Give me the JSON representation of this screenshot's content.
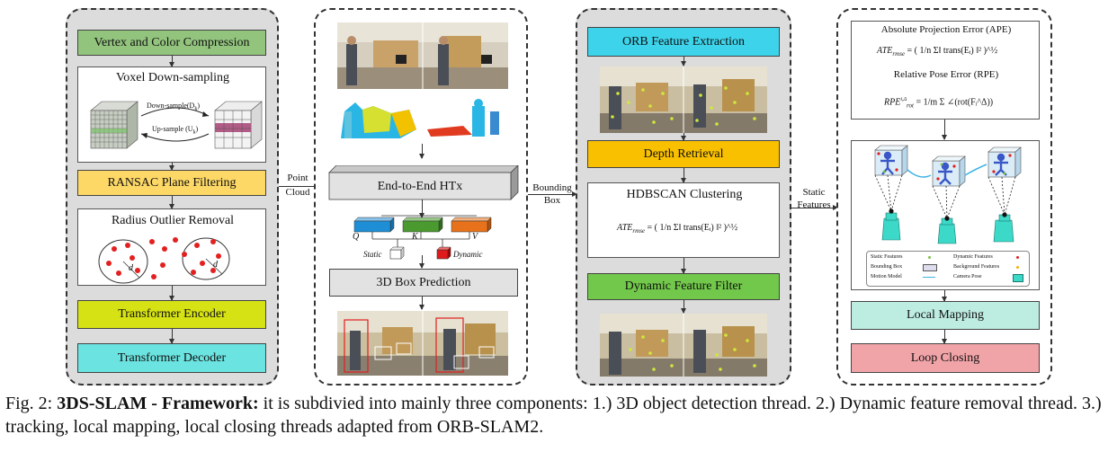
{
  "panel1": {
    "vertex": "Vertex and Color Compression",
    "voxel_title": "Voxel Down-sampling",
    "down_label": "Down-sample(D",
    "down_sub": "k",
    "up_label": "Up-sample (U",
    "up_sub": "k",
    "ransac": "RANSAC Plane Filtering",
    "radius": "Radius Outlier Removal",
    "d1": "d",
    "d2": "d",
    "encoder": "Transformer Encoder",
    "decoder": "Transformer Decoder"
  },
  "link1": {
    "line1": "Point",
    "line2": "Cloud"
  },
  "panel2": {
    "htx": "End-to-End HTx",
    "q": "Q",
    "k": "K",
    "v": "V",
    "static": "Static",
    "dynamic": "Dynamic",
    "box3d": "3D Box Prediction"
  },
  "link2": {
    "line1": "Bounding",
    "line2": "Box"
  },
  "panel3": {
    "orb": "ORB Feature Extraction",
    "depth": "Depth Retrieval",
    "hdbscan": "HDBSCAN Clustering",
    "ate_formula": "ATE",
    "ate_sub": "rmse",
    "ate_rhs": "= ( 1/n Σ‖ trans(Eᵢ) ‖² )^½",
    "dynfilter": "Dynamic Feature Filter"
  },
  "link3": {
    "line1": "Static",
    "line2": "Features"
  },
  "panel4": {
    "ape": "Absolute Projection Error (APE)",
    "ate_formula": "ATE",
    "ate_sub": "rmse",
    "ate_rhs": "= ( 1/n Σ‖ trans(Eᵢ) ‖² )^½",
    "rpe": "Relative Pose Error (RPE)",
    "rpe_formula": "RPE",
    "rpe_sub": "rot",
    "rpe_sup": "i,Δ",
    "rpe_rhs": "= 1/m Σ ∠(rot(Fᵢ^Δ))",
    "legend": {
      "static": "Static Features",
      "bbox": "Bounding Box",
      "motion": "Motion Model",
      "dynamic": "Dynamic Features",
      "background": "Background Features",
      "camera": "Camera Pose"
    },
    "local_mapping": "Local Mapping",
    "loop_closing": "Loop Closing"
  },
  "caption": {
    "fig": "Fig. 2: ",
    "title": "3DS-SLAM - Framework:",
    "text": " it is subdivied into mainly three components: 1.) 3D object detection thread. 2.) Dynamic feature removal thread. 3.) tracking, local mapping, local closing threads adapted from ORB-SLAM2."
  },
  "colors": {
    "vertex": "#92c47d",
    "ransac": "#fdd866",
    "encoder": "#d6e213",
    "decoder": "#6be3e0",
    "orb": "#3dd3ea",
    "depth": "#f9c000",
    "dynfilter": "#72c84a",
    "local_mapping": "#bdece0",
    "loop_closing": "#f1a4a8",
    "q": "#1e8fd6",
    "k": "#4b9a2f",
    "v": "#e8721b"
  }
}
